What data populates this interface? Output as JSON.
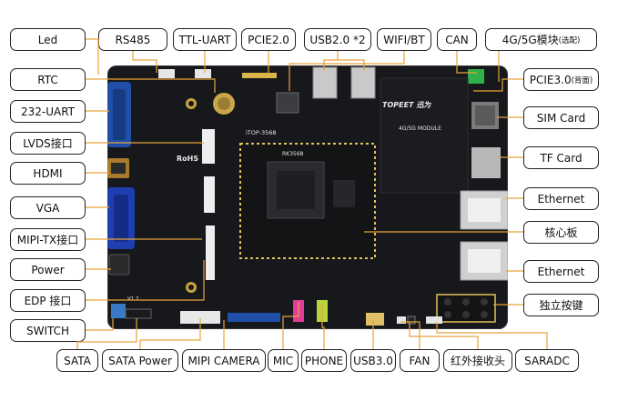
{
  "labels": {
    "led": "Led",
    "rs485": "RS485",
    "ttl_uart": "TTL-UART",
    "pcie2": "PCIE2.0",
    "usb2": "USB2.0 *2",
    "wifi_bt": "WIFI/BT",
    "can": "CAN",
    "module_4g5g": "4G/5G模块",
    "module_4g5g_note": "(选配)",
    "rtc": "RTC",
    "uart232": "232-UART",
    "lvds": "LVDS接口",
    "hdmi": "HDMI",
    "vga": "VGA",
    "mipi_tx": "MIPI-TX接口",
    "power": "Power",
    "edp": "EDP 接口",
    "switch": "SWITCH",
    "pcie3": "PCIE3.0",
    "pcie3_note": "(背面)",
    "sim_card": "SIM Card",
    "tf_card": "TF Card",
    "ethernet_1": "Ethernet",
    "core_board": "核心板",
    "ethernet_2": "Ethernet",
    "button": "独立按键",
    "sata": "SATA",
    "sata_power": "SATA Power",
    "mipi_camera": "MIPI CAMERA",
    "mic": "MIC",
    "phone": "PHONE",
    "usb3": "USB3.0",
    "fan": "FAN",
    "ir_receiver": "红外接收头",
    "saradc": "SARADC"
  },
  "board": {
    "brand": "TOPEET",
    "brand_cn": "迅为",
    "core_name": "iTOP-3568",
    "chip": "RK3568",
    "module_text": "4G/5G MODULE",
    "rohs": "RoHS",
    "version": "V1.7"
  },
  "colors": {
    "pcb": "#17181b",
    "line": "#e8a33a",
    "vga_port": "#1f3fb0",
    "uart_port": "#1f4fa8",
    "mic_jack": "#e23c9b",
    "phone_jack": "#b7d43c",
    "can_terminal": "#2fb04a",
    "chip_outline": "#e0c25a"
  }
}
